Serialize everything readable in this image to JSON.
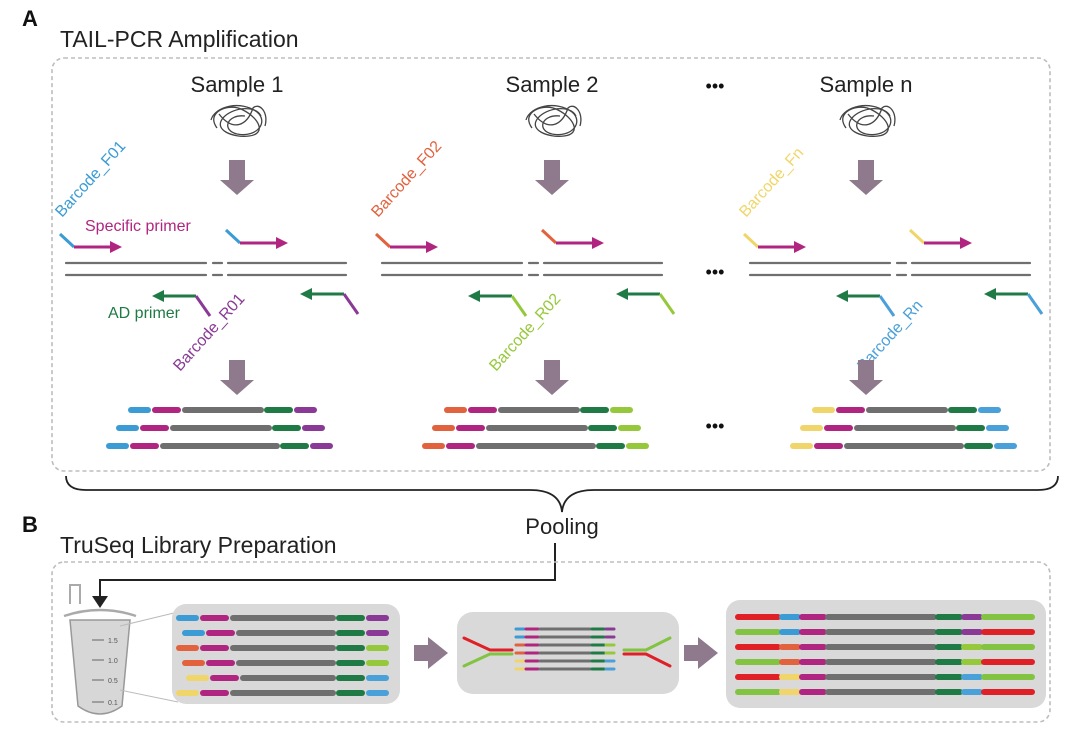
{
  "panel_a": {
    "letter": "A",
    "title": "TAIL-PCR Amplification",
    "ellipsis": "•••",
    "samples": [
      {
        "label": "Sample 1",
        "barcode_f": "Barcode_F01",
        "barcode_r": "Barcode_R01",
        "color_f": "#3a9bd5",
        "color_r": "#8a3a96"
      },
      {
        "label": "Sample 2",
        "barcode_f": "Barcode_F02",
        "barcode_r": "Barcode_R02",
        "color_f": "#e2623e",
        "color_r": "#96c83c"
      },
      {
        "label": "Sample n",
        "barcode_f": "Barcode_Fn",
        "barcode_r": "Barcode_Rn",
        "color_f": "#f0d66a",
        "color_r": "#4aa0d8"
      }
    ],
    "specific_primer_label": "Specific primer",
    "ad_primer_label": "AD primer"
  },
  "pooling_label": "Pooling",
  "panel_b": {
    "letter": "B",
    "title": "TruSeq Library Preparation",
    "tube_marks": [
      "1.5",
      "1.0",
      "0.5",
      "0.1"
    ]
  },
  "colors": {
    "specific_primer": "#b0257f",
    "ad_primer": "#1f7a45",
    "dna": "#6f6f6f",
    "arrow": "#8e7a8c",
    "adapter_red": "#e02027",
    "adapter_green": "#82c341",
    "dashed_box": "#bdbdbd",
    "tray": "#d9d9d9"
  }
}
